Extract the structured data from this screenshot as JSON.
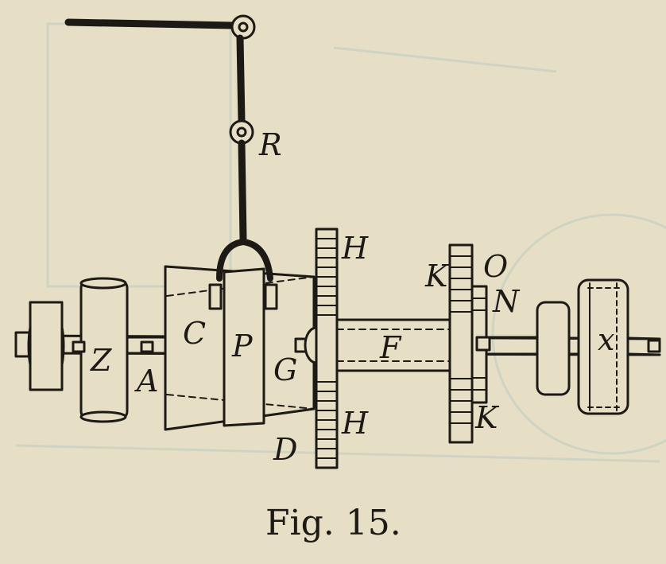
{
  "figure": {
    "caption": "Fig. 15.",
    "labels": {
      "R": "R",
      "H_top": "H",
      "H_bottom": "H",
      "K_top": "K",
      "K_bottom": "K",
      "O": "O",
      "N": "N",
      "C": "C",
      "P": "P",
      "F": "F",
      "G": "G",
      "Z": "Z",
      "A": "A",
      "D": "D",
      "x": "x"
    },
    "colors": {
      "paper": "#e6dfc6",
      "ink": "#1d1a15",
      "faint": "#cfd3c2"
    }
  }
}
